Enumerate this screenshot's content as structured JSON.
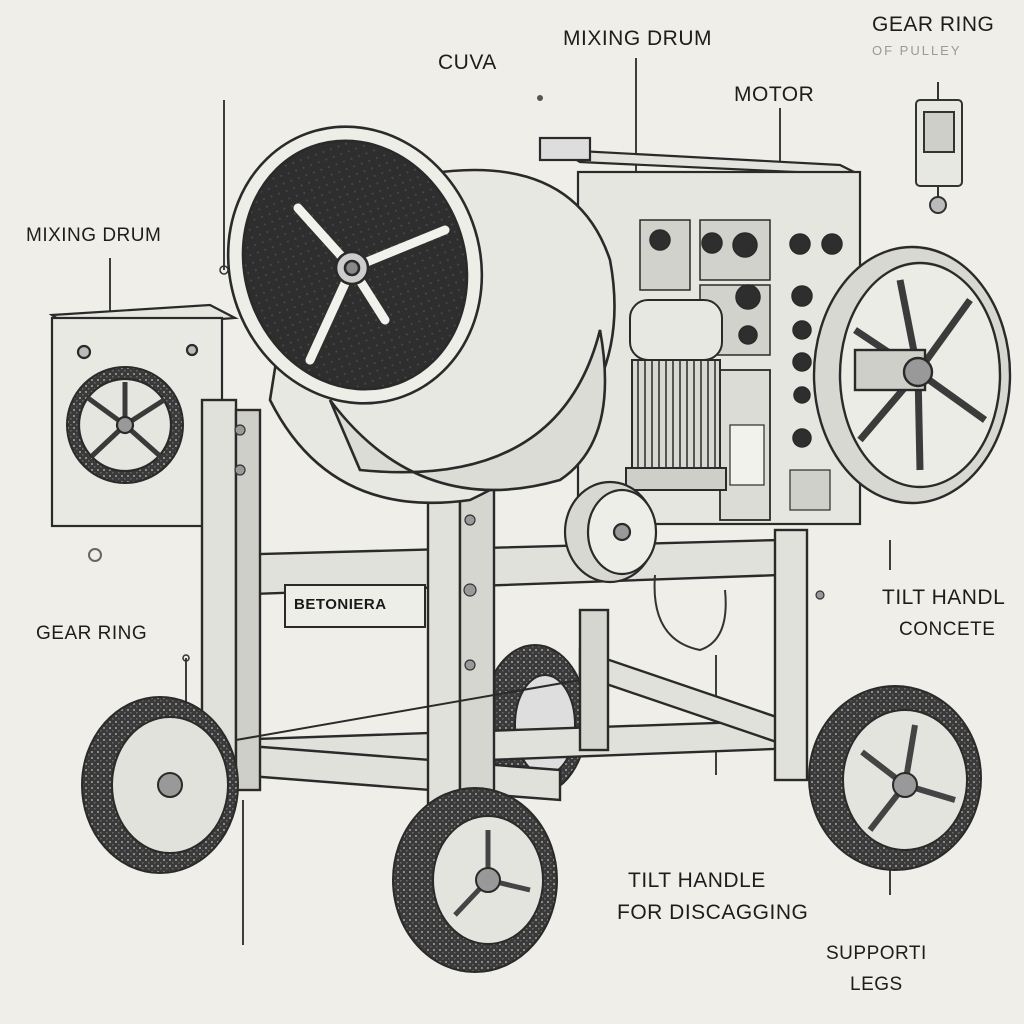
{
  "labels": {
    "cuva": "CUVA",
    "mixing_drum_top": "MIXING DRUM",
    "gear_ring_top": "GEAR RING",
    "gear_ring_top_sub": "OF PULLEY",
    "motor": "MOTOR",
    "mixing_drum_left": "MIXING DRUM",
    "gear_ring_left": "GEAR RING",
    "tilt_handle_right": "TILT HANDL",
    "tilt_handle_right_sub": "CONCETE",
    "tilt_handle_bottom": "TILT HANDLE",
    "tilt_handle_bottom_sub": "FOR DISCAGGING",
    "support_legs_1": "SUPPORTI",
    "support_legs_2": "LEGS"
  },
  "frame_plate": "BETONIERA",
  "colors": {
    "background": "#efeee8",
    "ink": "#1d1d1d",
    "drum_interior": "#2f2f2f",
    "metal_light": "#e2e2dc"
  }
}
